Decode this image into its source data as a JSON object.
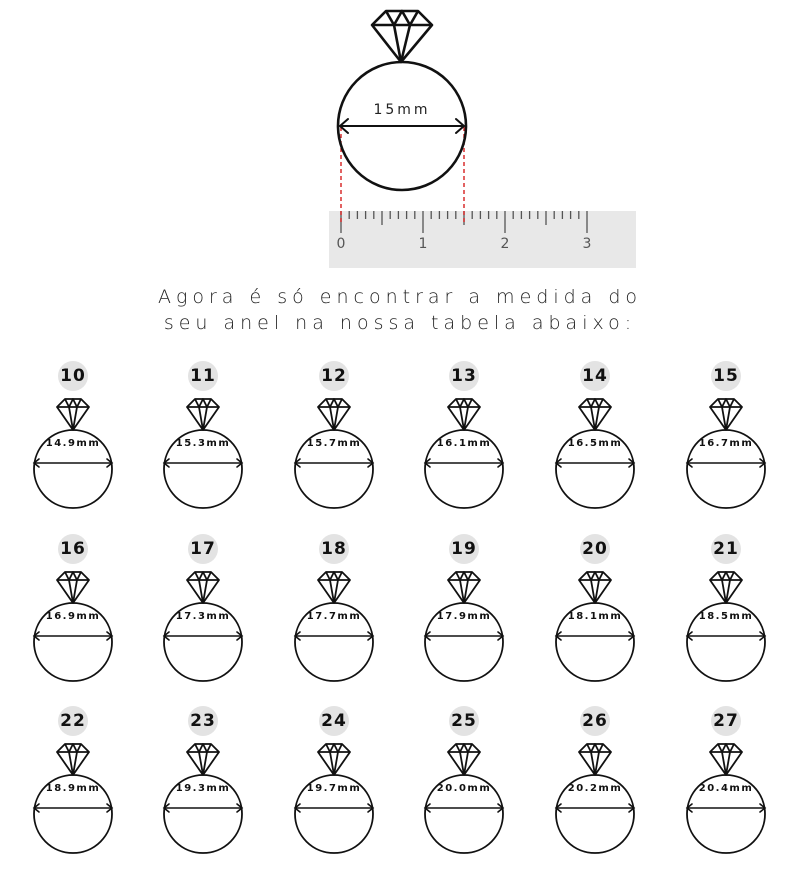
{
  "hero": {
    "diameter_label": "15mm",
    "ruler": {
      "labels": [
        "0",
        "1",
        "2",
        "3"
      ],
      "band_color": "#e8e8e8",
      "guide_color": "#d62020"
    }
  },
  "instruction": {
    "line1": "Agora é só encontrar a medida do",
    "line2": "seu anel na nossa tabela abaixo:"
  },
  "badge_color": "#e3e3e3",
  "sizes": [
    {
      "size": "10",
      "diameter": "14.9mm"
    },
    {
      "size": "11",
      "diameter": "15.3mm"
    },
    {
      "size": "12",
      "diameter": "15.7mm"
    },
    {
      "size": "13",
      "diameter": "16.1mm"
    },
    {
      "size": "14",
      "diameter": "16.5mm"
    },
    {
      "size": "15",
      "diameter": "16.7mm"
    },
    {
      "size": "16",
      "diameter": "16.9mm"
    },
    {
      "size": "17",
      "diameter": "17.3mm"
    },
    {
      "size": "18",
      "diameter": "17.7mm"
    },
    {
      "size": "19",
      "diameter": "17.9mm"
    },
    {
      "size": "20",
      "diameter": "18.1mm"
    },
    {
      "size": "21",
      "diameter": "18.5mm"
    },
    {
      "size": "22",
      "diameter": "18.9mm"
    },
    {
      "size": "23",
      "diameter": "19.3mm"
    },
    {
      "size": "24",
      "diameter": "19.7mm"
    },
    {
      "size": "25",
      "diameter": "20.0mm"
    },
    {
      "size": "26",
      "diameter": "20.2mm"
    },
    {
      "size": "27",
      "diameter": "20.4mm"
    }
  ]
}
